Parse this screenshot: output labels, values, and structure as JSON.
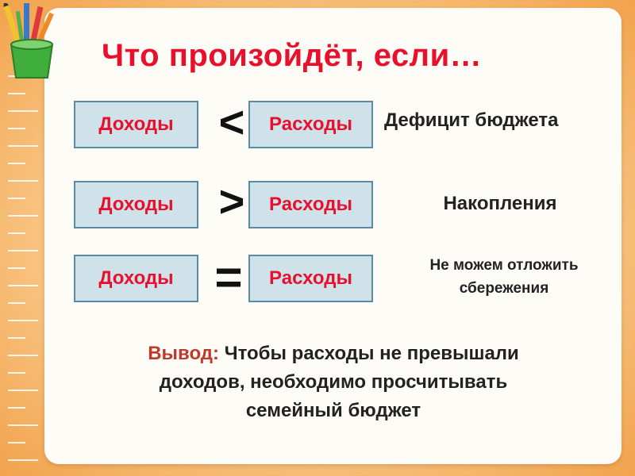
{
  "title": "Что произойдёт, если…",
  "rows": [
    {
      "left": "Доходы",
      "sign": "<",
      "right": "Расходы",
      "result": "Дефицит бюджета"
    },
    {
      "left": "Доходы",
      "sign": ">",
      "right": "Расходы",
      "result": "Накопления"
    },
    {
      "left": "Доходы",
      "sign": "=",
      "right": "Расходы",
      "result_line1": "Не можем отложить",
      "result_line2": "сбережения"
    }
  ],
  "conclusion": {
    "label": "Вывод:",
    "line1": "Чтобы  расходы не превышали",
    "line2": "доходов, необходимо просчитывать",
    "line3": "семейный бюджет"
  },
  "colors": {
    "title": "#e8112d",
    "box_fill": "#cfe1e9",
    "box_border": "#5b8aa3",
    "box_text": "#e8112d",
    "conclusion_label": "#c0392b"
  },
  "icons": {
    "decoration": "pencil-cup-icon"
  }
}
